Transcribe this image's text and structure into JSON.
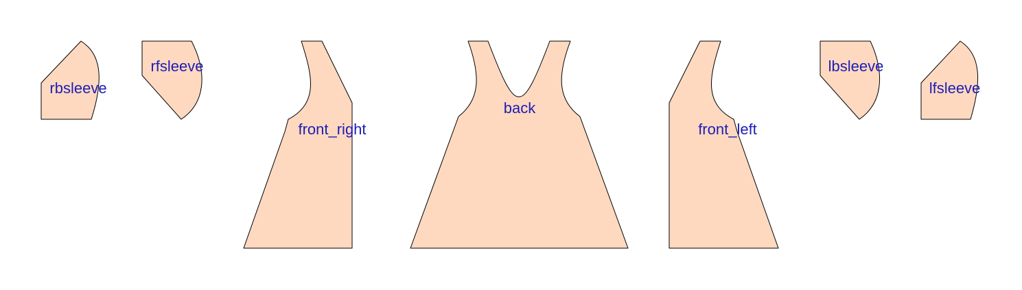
{
  "colors": {
    "piece_fill": "#fed9c0",
    "piece_stroke": "#000000",
    "label_text": "#1d1db4",
    "background": "#ffffff"
  },
  "pieces": [
    {
      "id": "rbsleeve",
      "label": "rbsleeve"
    },
    {
      "id": "rfsleeve",
      "label": "rfsleeve"
    },
    {
      "id": "front_right",
      "label": "front_right"
    },
    {
      "id": "back",
      "label": "back"
    },
    {
      "id": "front_left",
      "label": "front_left"
    },
    {
      "id": "lbsleeve",
      "label": "lbsleeve"
    },
    {
      "id": "lfsleeve",
      "label": "lfsleeve"
    }
  ]
}
